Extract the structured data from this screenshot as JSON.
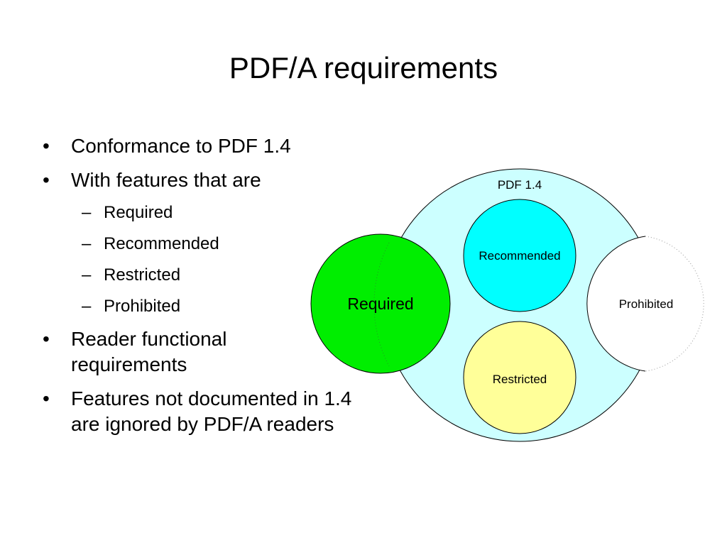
{
  "slide": {
    "title": "PDF/A requirements"
  },
  "bullets": [
    {
      "marker": "•",
      "text": "Conformance to PDF 1.4",
      "sub": []
    },
    {
      "marker": "•",
      "text": "With features that are",
      "sub": [
        {
          "marker": "–",
          "text": "Required"
        },
        {
          "marker": "–",
          "text": "Recommended"
        },
        {
          "marker": "–",
          "text": "Restricted"
        },
        {
          "marker": "–",
          "text": "Prohibited"
        }
      ]
    },
    {
      "marker": "•",
      "text": "Reader functional requirements",
      "sub": []
    },
    {
      "marker": "•",
      "text": "Features not documented in 1.4 are ignored by PDF/A readers",
      "sub": []
    }
  ],
  "diagram": {
    "outer_label": "PDF 1.4",
    "required_label": "Required",
    "recommended_label": "Recommended",
    "restricted_label": "Restricted",
    "prohibited_label": "Prohibited",
    "colors": {
      "outer_fill": "#ccffff",
      "required_fill": "#00ee00",
      "recommended_fill": "#00ffff",
      "restricted_fill": "#ffff99",
      "prohibited_fill": "#ffffff",
      "stroke": "#000000"
    }
  }
}
